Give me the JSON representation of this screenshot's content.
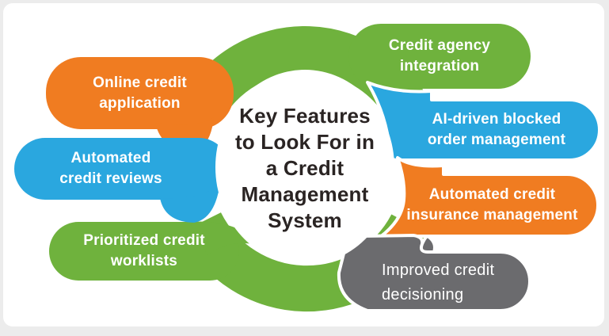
{
  "colors": {
    "orange": "#F07C21",
    "blue": "#2AA7DF",
    "green": "#6FB23D",
    "gray": "#6B6B6E",
    "ring": "#6FB23D",
    "circle_fill": "#FFFFFF",
    "center_text": "#2A2423",
    "bubble_text": "#FFFFFF"
  },
  "center": {
    "lines": [
      "Key Features",
      "to Look For in",
      "a Credit",
      "Management",
      "System"
    ]
  },
  "bubbles": [
    {
      "id": "online-credit-application",
      "line1": "Online credit",
      "line2": "application"
    },
    {
      "id": "automated-credit-reviews",
      "line1": "Automated",
      "line2": "credit reviews"
    },
    {
      "id": "prioritized-credit-worklists",
      "line1": "Prioritized credit",
      "line2": "worklists"
    },
    {
      "id": "credit-agency-integration",
      "line1": "Credit agency",
      "line2": "integration"
    },
    {
      "id": "ai-driven-blocked-order-management",
      "line1": "AI-driven blocked",
      "line2": "order management"
    },
    {
      "id": "automated-credit-insurance-management",
      "line1": "Automated credit",
      "line2": "insurance management"
    },
    {
      "id": "improved-credit-decisioning",
      "line1": "Improved credit",
      "line2": "decisioning"
    }
  ]
}
